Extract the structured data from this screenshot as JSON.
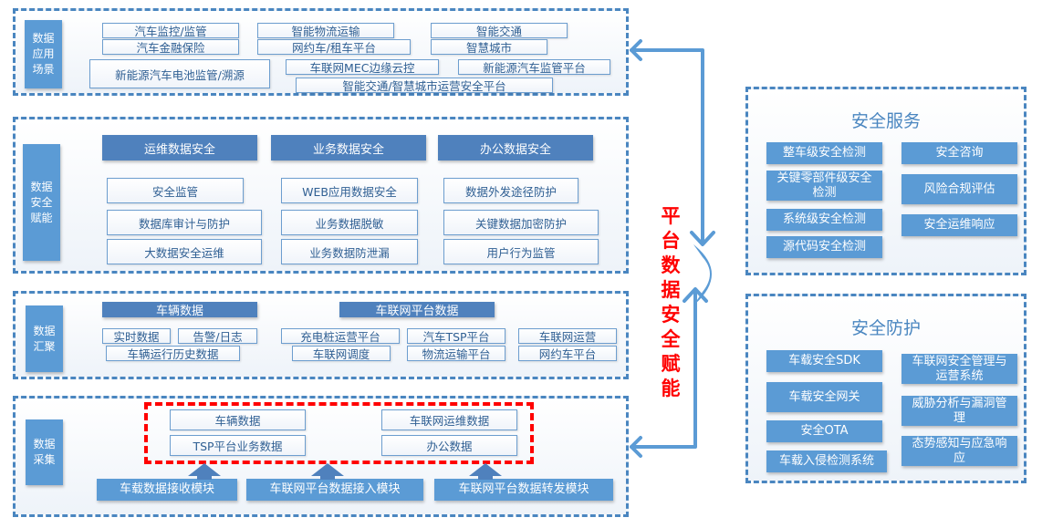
{
  "colors": {
    "accent": "#5b9bd5",
    "header": "#4f81bd",
    "border": "#4a86c0",
    "highlight": "#ff0000"
  },
  "app_layer": {
    "label": "数据应用场景",
    "items": [
      "汽车监控/监管",
      "智能物流运输",
      "智能交通",
      "汽车金融保险",
      "网约车/租车平台",
      "智慧城市",
      "新能源汽车电池监管/溯源",
      "车联网MEC边缘云控",
      "新能源汽车监管平台",
      "智能交通/智慧城市运营安全平台"
    ]
  },
  "security_layer": {
    "label": "数据安全赋能",
    "headers": [
      "运维数据安全",
      "业务数据安全",
      "办公数据安全"
    ],
    "col1": [
      "安全监管",
      "数据库审计与防护",
      "大数据安全运维"
    ],
    "col2": [
      "WEB应用数据安全",
      "业务数据脱敏",
      "业务数据防泄漏"
    ],
    "col3": [
      "数据外发途径防护",
      "关键数据加密防护",
      "用户行为监管"
    ]
  },
  "aggregation_layer": {
    "label": "数据汇聚",
    "headers": [
      "车辆数据",
      "车联网平台数据"
    ],
    "vehicle": [
      "实时数据",
      "告警/日志",
      "车辆运行历史数据"
    ],
    "platform": [
      "充电桩运营平台",
      "汽车TSP平台",
      "车联网运营",
      "车联网调度",
      "物流运输平台",
      "网约车平台"
    ]
  },
  "collection_layer": {
    "label": "数据采集",
    "data": [
      "车辆数据",
      "车联网运维数据",
      "TSP平台业务数据",
      "办公数据"
    ],
    "modules": [
      "车载数据接收模块",
      "车联网平台数据接入模块",
      "车联网平台数据转发模块"
    ]
  },
  "center": {
    "label": "平台数据安全赋能"
  },
  "services": {
    "title": "安全服务",
    "left": [
      "整车级安全检测",
      "关键零部件级安全检测",
      "系统级安全检测",
      "源代码安全检测"
    ],
    "right": [
      "安全咨询",
      "风险合规评估",
      "安全运维响应"
    ]
  },
  "protection": {
    "title": "安全防护",
    "left": [
      "车载安全SDK",
      "车载安全网关",
      "安全OTA",
      "车载入侵检测系统"
    ],
    "right": [
      "车联网安全管理与运营系统",
      "威胁分析与漏洞管理",
      "态势感知与应急响应"
    ]
  }
}
